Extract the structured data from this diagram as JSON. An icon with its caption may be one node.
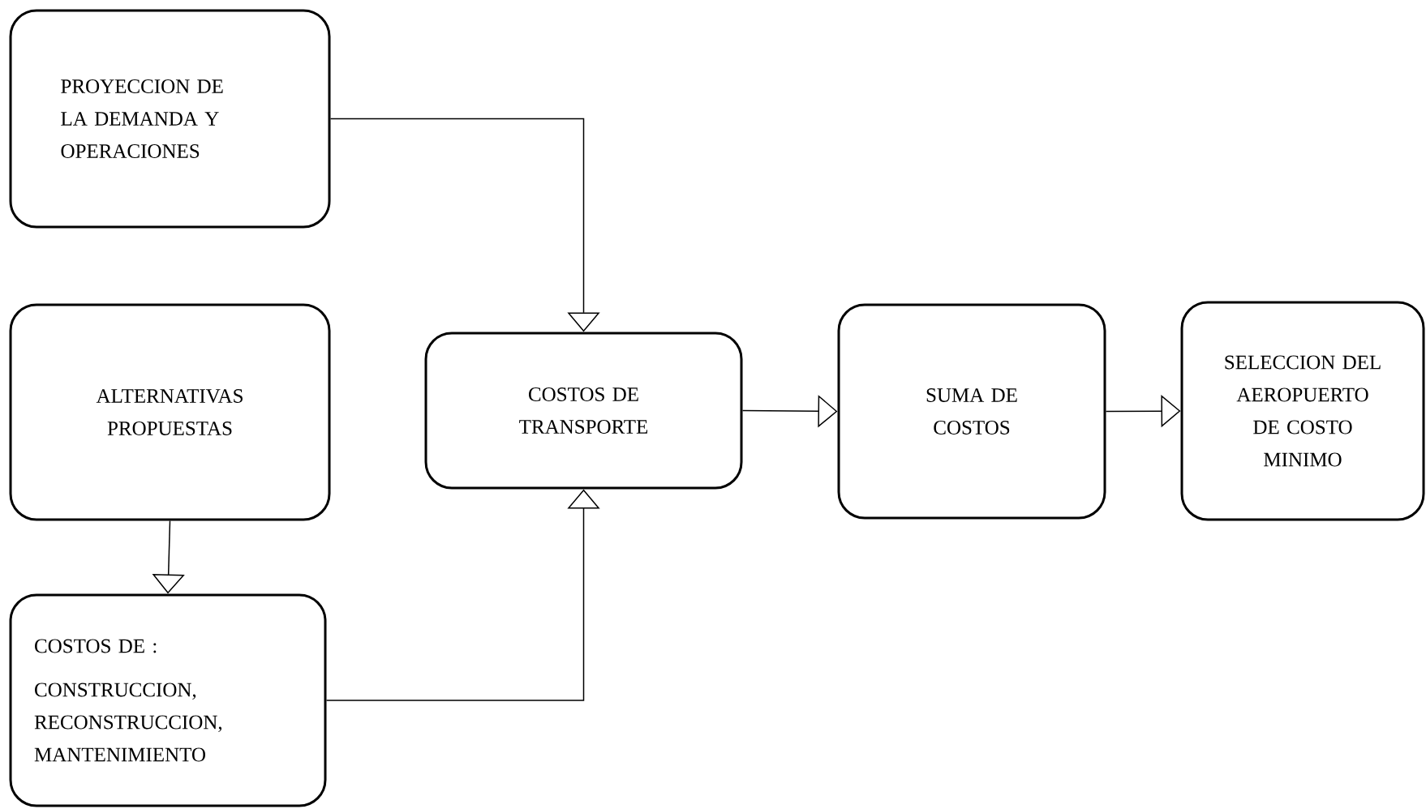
{
  "diagram": {
    "nodes": [
      {
        "text": [
          "PROYECCION DE LA DEMANDA Y OPERACIONES"
        ]
      },
      {
        "text": [
          "ALTERNATIVAS PROPUESTAS"
        ]
      },
      {
        "text": [
          "COSTOS DE :",
          "CONSTRUCCION, RECONSTRUCCION, MANTENIMIENTO"
        ]
      },
      {
        "text": [
          "COSTOS DE TRANSPORTE"
        ]
      },
      {
        "text": [
          "SUMA DE COSTOS"
        ]
      },
      {
        "text": [
          "SELECCION DEL AEROPUERTO DE COSTO MINIMO"
        ]
      }
    ],
    "edges": [
      {
        "from": 0,
        "to": 3,
        "arrow": "to"
      },
      {
        "from": 1,
        "to": 2,
        "arrow": "to"
      },
      {
        "from": 2,
        "to": 3,
        "arrow": "to"
      },
      {
        "from": 3,
        "to": 4,
        "arrow": "to"
      },
      {
        "from": 4,
        "to": 5,
        "arrow": "to"
      }
    ]
  }
}
